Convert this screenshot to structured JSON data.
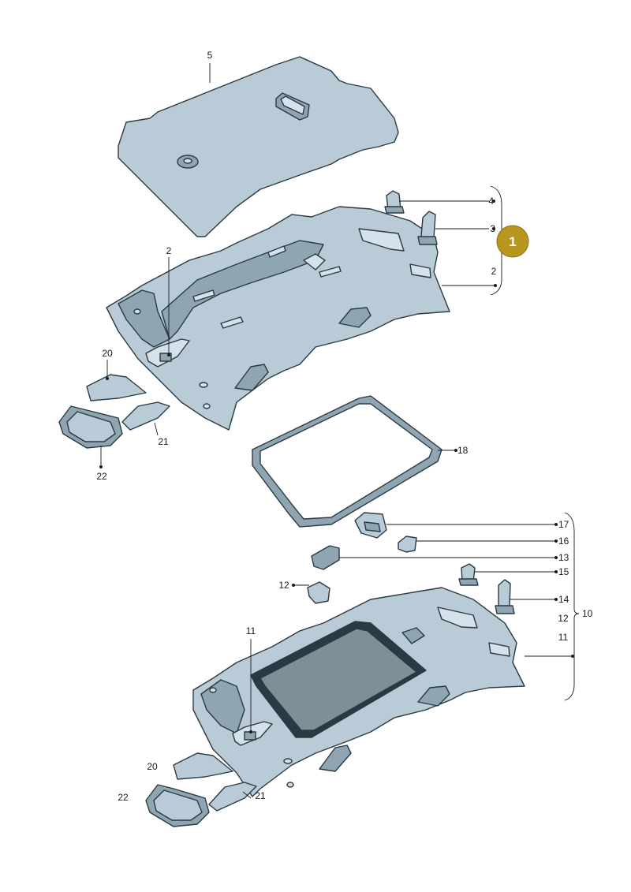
{
  "diagram": {
    "badge": {
      "label": "1",
      "color": "#b8961f"
    },
    "callouts": {
      "c5": "5",
      "c4a": "4",
      "c3a": "3",
      "c2a": "2",
      "c2b": "2",
      "c20a": "20",
      "c21a": "21",
      "c22a": "22",
      "c18": "18",
      "c17": "17",
      "c16": "16",
      "c13": "13",
      "c15": "15",
      "c12a": "12",
      "c14": "14",
      "c12b": "12",
      "c10": "10",
      "c11a": "11",
      "c11b": "11",
      "c20b": "20",
      "c21b": "21",
      "c22b": "22"
    },
    "colors": {
      "part_fill": "#b9cbd6",
      "part_shade": "#8fa5b2",
      "part_highlight": "#d6e2ea",
      "outline": "#2b3a42"
    }
  }
}
